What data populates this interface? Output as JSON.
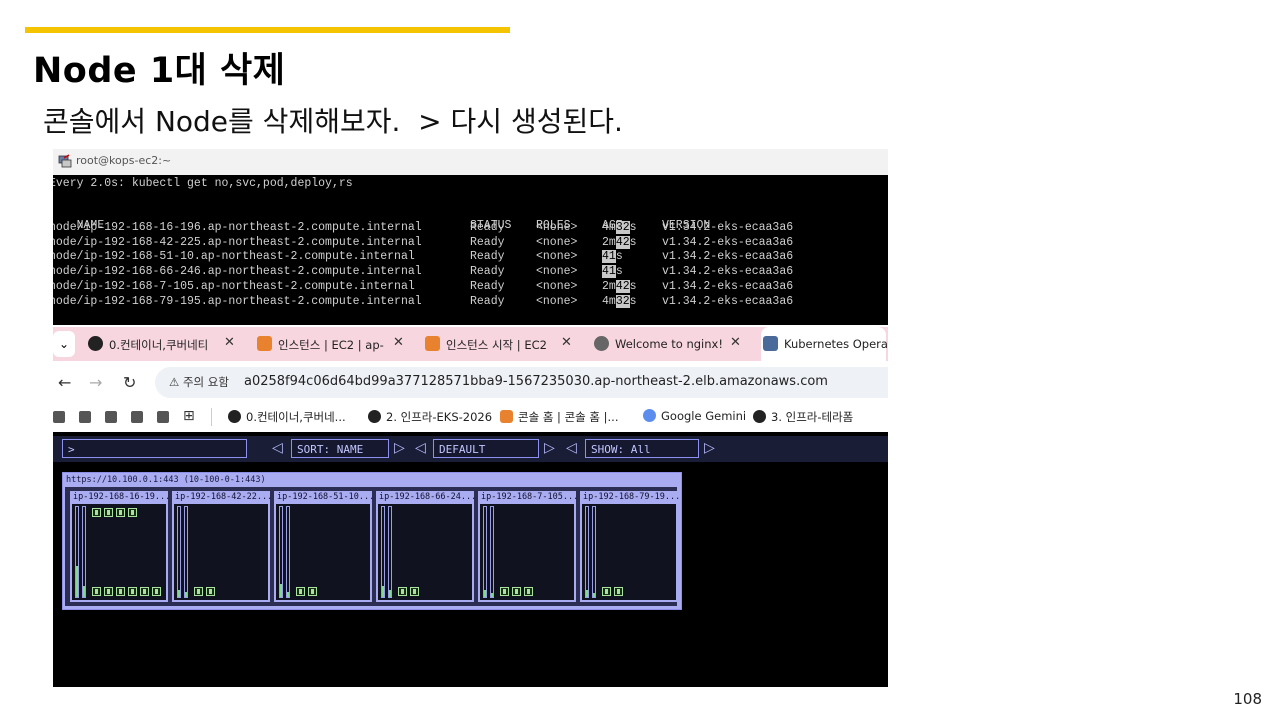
{
  "slide": {
    "title": "Node 1대 삭제",
    "subtitle": "콘솔에서 Node를 삭제해보자.  > 다시 생성된다.",
    "page_number": "108",
    "accent_color": "#f5c400"
  },
  "terminal": {
    "window_title": "root@kops-ec2:~",
    "watch_line": "Every 2.0s: kubectl get no,svc,pod,deploy,rs",
    "headers": {
      "name": "NAME",
      "status": "STATUS",
      "roles": "ROLES",
      "age": "AGE",
      "version": "VERSION"
    },
    "rows": [
      {
        "name": "node/ip-192-168-16-196.ap-northeast-2.compute.internal",
        "status": "Ready",
        "roles": "<none>",
        "age_pre": "4m",
        "age_hl": "32",
        "age_post": "s",
        "version": "v1.34.2-eks-ecaa3a6"
      },
      {
        "name": "node/ip-192-168-42-225.ap-northeast-2.compute.internal",
        "status": "Ready",
        "roles": "<none>",
        "age_pre": "2m",
        "age_hl": "42",
        "age_post": "s",
        "version": "v1.34.2-eks-ecaa3a6"
      },
      {
        "name": "node/ip-192-168-51-10.ap-northeast-2.compute.internal",
        "status": "Ready",
        "roles": "<none>",
        "age_pre": "",
        "age_hl": "41",
        "age_post": "s",
        "version": "v1.34.2-eks-ecaa3a6"
      },
      {
        "name": "node/ip-192-168-66-246.ap-northeast-2.compute.internal",
        "status": "Ready",
        "roles": "<none>",
        "age_pre": "",
        "age_hl": "41",
        "age_post": "s",
        "version": "v1.34.2-eks-ecaa3a6"
      },
      {
        "name": "node/ip-192-168-7-105.ap-northeast-2.compute.internal",
        "status": "Ready",
        "roles": "<none>",
        "age_pre": "2m",
        "age_hl": "42",
        "age_post": "s",
        "version": "v1.34.2-eks-ecaa3a6"
      },
      {
        "name": "node/ip-192-168-79-195.ap-northeast-2.compute.internal",
        "status": "Ready",
        "roles": "<none>",
        "age_pre": "4m",
        "age_hl": "32",
        "age_post": "s",
        "version": "v1.34.2-eks-ecaa3a6"
      }
    ]
  },
  "browser": {
    "tabs": [
      {
        "label": "0.컨테이너,쿠버네티",
        "icon": "notion-icon",
        "active": false
      },
      {
        "label": "인스턴스 | EC2 | ap-",
        "icon": "aws-ec2-icon",
        "active": false
      },
      {
        "label": "인스턴스 시작 | EC2",
        "icon": "aws-ec2-icon",
        "active": false
      },
      {
        "label": "Welcome to nginx!",
        "icon": "globe-icon",
        "active": false
      },
      {
        "label": "Kubernetes Operatio",
        "icon": "kube-ops-icon",
        "active": true
      }
    ],
    "security_warning": "주의 요함",
    "url": "a0258f94c06d64bd99a377128571bba9-1567235030.ap-northeast-2.elb.amazonaws.com",
    "bookmarks": [
      {
        "label": "0.컨테이너,쿠버네...",
        "icon": "notion-icon"
      },
      {
        "label": "2. 인프라-EKS-2026",
        "icon": "notion-icon"
      },
      {
        "label": "콘솔 홈 | 콘솔 홈 |...",
        "icon": "aws-icon"
      },
      {
        "label": "Google Gemini",
        "icon": "gemini-icon"
      },
      {
        "label": "3. 인프라-테라폼",
        "icon": "notion-icon"
      }
    ]
  },
  "kube_ops_view": {
    "filter_prompt": ">",
    "sort": "SORT: NAME",
    "theme": "DEFAULT",
    "show": "SHOW: All",
    "cluster_label": "https://10.100.0.1:443 (10-100-0-1:443)",
    "nodes": [
      {
        "name": "ip-192-168-16-19...",
        "cpu_fraction": 0.35,
        "mem_fraction": 0.12,
        "top_pods": 4,
        "bottom_pods": 6
      },
      {
        "name": "ip-192-168-42-22...",
        "cpu_fraction": 0.08,
        "mem_fraction": 0.06,
        "top_pods": 0,
        "bottom_pods": 2
      },
      {
        "name": "ip-192-168-51-10...",
        "cpu_fraction": 0.14,
        "mem_fraction": 0.06,
        "top_pods": 0,
        "bottom_pods": 2
      },
      {
        "name": "ip-192-168-66-24...",
        "cpu_fraction": 0.12,
        "mem_fraction": 0.08,
        "top_pods": 0,
        "bottom_pods": 2
      },
      {
        "name": "ip-192-168-7-105...",
        "cpu_fraction": 0.08,
        "mem_fraction": 0.05,
        "top_pods": 0,
        "bottom_pods": 3
      },
      {
        "name": "ip-192-168-79-19...",
        "cpu_fraction": 0.08,
        "mem_fraction": 0.05,
        "top_pods": 0,
        "bottom_pods": 2
      }
    ]
  }
}
